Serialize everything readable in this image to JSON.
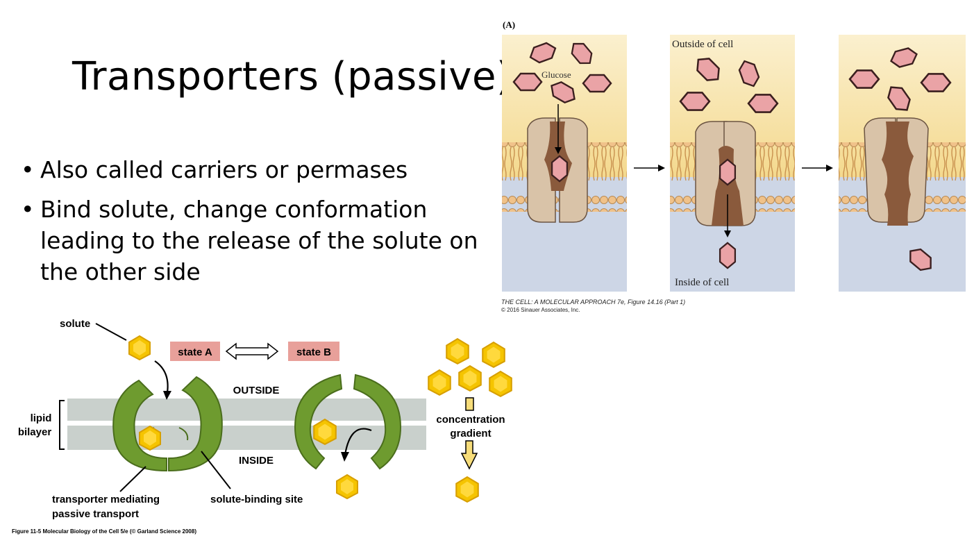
{
  "slide": {
    "title": "Transporters (passive)",
    "bullets": [
      "Also called carriers or permases",
      "Bind solute, change conformation leading to the release of the solute on the other side"
    ]
  },
  "figure_a": {
    "panel_label": "(A)",
    "glucose_label": "Glucose",
    "outside_label": "Outside of cell",
    "inside_label": "Inside of cell",
    "caption_line1": "THE CELL: A MOLECULAR APPROACH 7e, Figure 14.16 (Part 1)",
    "caption_line2": "© 2016 Sinauer Associates, Inc.",
    "colors": {
      "outside_bg": "#f7e6b8",
      "inside_bg": "#cdd6e6",
      "glucose": "#eaa3a6",
      "protein": "#d8c2a8",
      "channel": "#8a5a3c"
    }
  },
  "figure_b": {
    "solute_label": "solute",
    "state_a": "state A",
    "state_b": "state B",
    "outside": "OUTSIDE",
    "inside": "INSIDE",
    "lipid_bilayer_line1": "lipid",
    "lipid_bilayer_line2": "bilayer",
    "transporter_line1": "transporter mediating",
    "transporter_line2": "passive transport",
    "binding_site": "solute-binding site",
    "gradient_line1": "concentration",
    "gradient_line2": "gradient",
    "caption": "Figure 11-5  Molecular Biology of the Cell 5/e (© Garland Science 2008)",
    "colors": {
      "solute": "#f5c400",
      "transporter": "#6e9b2f",
      "membrane": "#c9d0cc",
      "state_box": "#e8a09a"
    }
  }
}
